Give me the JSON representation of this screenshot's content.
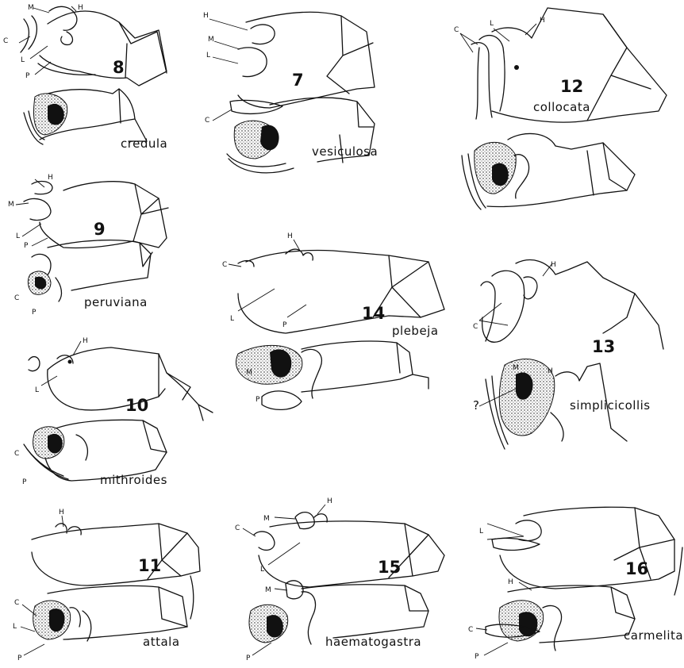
{
  "figures": [
    {
      "id": "8",
      "number": "8",
      "species": "credula",
      "labels": [
        "M",
        "H",
        "C",
        "L",
        "P"
      ]
    },
    {
      "id": "7",
      "number": "7",
      "species": "vesiculosa",
      "labels": [
        "H",
        "M",
        "L",
        "C"
      ]
    },
    {
      "id": "12",
      "number": "12",
      "species": "collocata",
      "labels": [
        "C",
        "L",
        "H"
      ]
    },
    {
      "id": "9",
      "number": "9",
      "species": "peruviana",
      "labels": [
        "H",
        "M",
        "L",
        "P",
        "C",
        "P"
      ]
    },
    {
      "id": "14",
      "number": "14",
      "species": "plebeja",
      "labels": [
        "H",
        "C",
        "L",
        "P",
        "M",
        "P"
      ]
    },
    {
      "id": "13",
      "number": "13",
      "species": "simplicicollis",
      "labels": [
        "H",
        "C",
        "M",
        "H",
        "?"
      ]
    },
    {
      "id": "10",
      "number": "10",
      "species": "mithroides",
      "labels": [
        "H",
        "L",
        "C",
        "P"
      ]
    },
    {
      "id": "11",
      "number": "11",
      "species": "attala",
      "labels": [
        "H",
        "C",
        "L",
        "P"
      ]
    },
    {
      "id": "15",
      "number": "15",
      "species": "haematogastra",
      "labels": [
        "M",
        "H",
        "C",
        "L",
        "M",
        "P"
      ]
    },
    {
      "id": "16",
      "number": "16",
      "species": "carmelita",
      "labels": [
        "L",
        "H",
        "C",
        "P"
      ]
    }
  ]
}
